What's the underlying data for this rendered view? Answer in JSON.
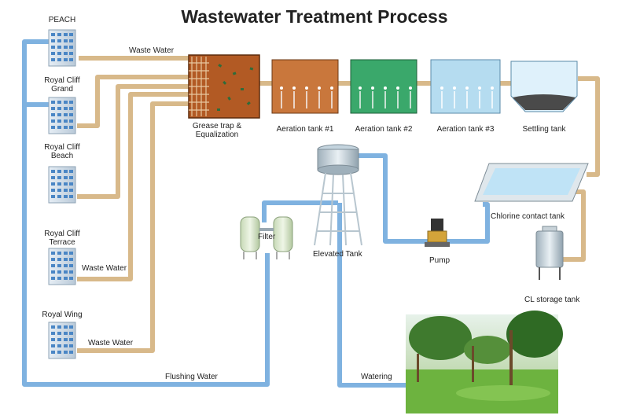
{
  "title": "Wastewater Treatment Process",
  "buildings": [
    "PEACH",
    "Royal Cliff Grand",
    "Royal Cliff Beach",
    "Royal Cliff Terrace",
    "Royal Wing"
  ],
  "buildings_display": [
    [
      "PEACH"
    ],
    [
      "Royal Cliff",
      "Grand"
    ],
    [
      "Royal Cliff",
      "Beach"
    ],
    [
      "Royal Cliff",
      "Terrace"
    ],
    [
      "Royal Wing"
    ]
  ],
  "labels": {
    "waste_water_top": "Waste Water",
    "waste_water_terrace": "Waste Water",
    "waste_water_wing": "Waste Water",
    "grease_trap_line1": "Grease trap &",
    "grease_trap_line2": "Equalization",
    "aeration1": "Aeration tank #1",
    "aeration2": "Aeration tank #2",
    "aeration3": "Aeration tank #3",
    "settling": "Settling tank",
    "chlorine": "Chlorine contact tank",
    "cl_storage": "CL storage tank",
    "pump": "Pump",
    "filter": "Filter",
    "elevated_tank": "Elevated Tank",
    "flushing": "Flushing Water",
    "watering": "Watering"
  },
  "colors": {
    "waste_pipe": "#d8b98a",
    "clean_pipe": "#7fb2e0",
    "grease_tank": "#b25a24",
    "aeration1": "#c9773c",
    "aeration2": "#3aa86b",
    "aeration3": "#b5dcf0",
    "settling": "#dff1fb"
  }
}
